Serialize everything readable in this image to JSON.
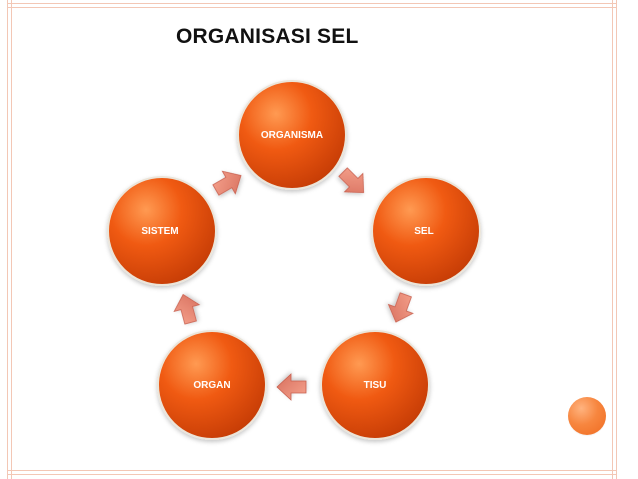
{
  "slide": {
    "title": "ORGANISASI SEL"
  },
  "diagram": {
    "nodes": [
      {
        "id": "organisma",
        "label": "ORGANISMA"
      },
      {
        "id": "sel",
        "label": "SEL"
      },
      {
        "id": "tisu",
        "label": "TISU"
      },
      {
        "id": "organ",
        "label": "ORGAN"
      },
      {
        "id": "sistem",
        "label": "SISTEM"
      }
    ],
    "edges": [
      {
        "from": "organisma",
        "to": "sel"
      },
      {
        "from": "sel",
        "to": "tisu"
      },
      {
        "from": "tisu",
        "to": "organ"
      },
      {
        "from": "organ",
        "to": "sistem"
      },
      {
        "from": "sistem",
        "to": "organisma"
      }
    ]
  },
  "colors": {
    "node_fill_light": "#ff8a3d",
    "node_fill_mid": "#f05a12",
    "node_fill_dark": "#c73d06",
    "node_ring": "#ebe5da",
    "arrow_fill_light": "#f6a38e",
    "arrow_fill_dark": "#d76f5d",
    "frame": "#f3c7b5",
    "accent": "#f7863f"
  }
}
